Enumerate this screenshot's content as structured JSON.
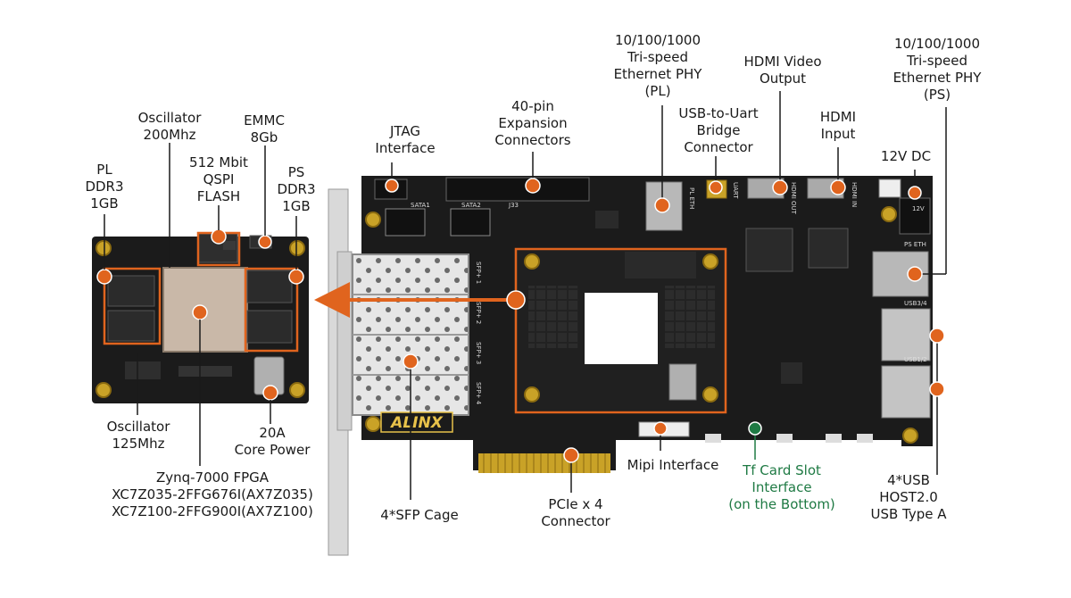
{
  "brand": "ALINX",
  "board_marks": {
    "sata1": "SATA1",
    "sata2": "SATA2",
    "j33": "J33",
    "sfp1": "SFP+ 1",
    "sfp2": "SFP+ 2",
    "sfp3": "SFP+ 3",
    "sfp4": "SFP+ 4",
    "pl_eth": "PL ETH",
    "uart": "UART",
    "hdmi_out": "HDMI OUT",
    "hdmi_in": "HDMI IN",
    "v12": "12V",
    "ps_eth": "PS ETH",
    "usb34": "USB3/4",
    "usb12": "USB1/2"
  },
  "labels": {
    "ps_ethernet": [
      "10/100/1000",
      "Tri-speed",
      "Ethernet PHY",
      "(PS)"
    ],
    "pl_ethernet": [
      "10/100/1000",
      "Tri-speed",
      "Ethernet PHY",
      "(PL)"
    ],
    "hdmi_output": [
      "HDMI Video",
      "Output"
    ],
    "usb_uart": [
      "USB-to-Uart",
      "Bridge",
      "Connector"
    ],
    "hdmi_input": [
      "HDMI",
      "Input"
    ],
    "expansion": [
      "40-pin",
      "Expansion",
      "Connectors"
    ],
    "jtag": [
      "JTAG",
      "Interface"
    ],
    "dc12v": [
      "12V DC"
    ],
    "osc200": [
      "Oscillator",
      "200Mhz"
    ],
    "emmc": [
      "EMMC",
      "8Gb"
    ],
    "qspi": [
      "512 Mbit",
      "QSPI",
      "FLASH"
    ],
    "pl_ddr": [
      "PL",
      "DDR3",
      "1GB"
    ],
    "ps_ddr": [
      "PS",
      "DDR3",
      "1GB"
    ],
    "osc125": [
      "Oscillator",
      "125Mhz"
    ],
    "core_power": [
      "20A",
      "Core Power"
    ],
    "fpga": [
      "Zynq-7000 FPGA",
      "XC7Z035-2FFG676I(AX7Z035)",
      "XC7Z100-2FFG900I(AX7Z100)"
    ],
    "sfp_cage": [
      "4*SFP Cage"
    ],
    "pcie": [
      "PCIe x 4",
      "Connector"
    ],
    "mipi": [
      "Mipi Interface"
    ],
    "tf_card": [
      "Tf Card Slot",
      "Interface",
      "(on the Bottom)"
    ],
    "usb_host": [
      "4*USB",
      "HOST2.0",
      "USB Type A"
    ]
  },
  "colors": {
    "accent": "#e0641e",
    "green_label": "#1f7a44",
    "pcb": "#1b1b1b"
  }
}
